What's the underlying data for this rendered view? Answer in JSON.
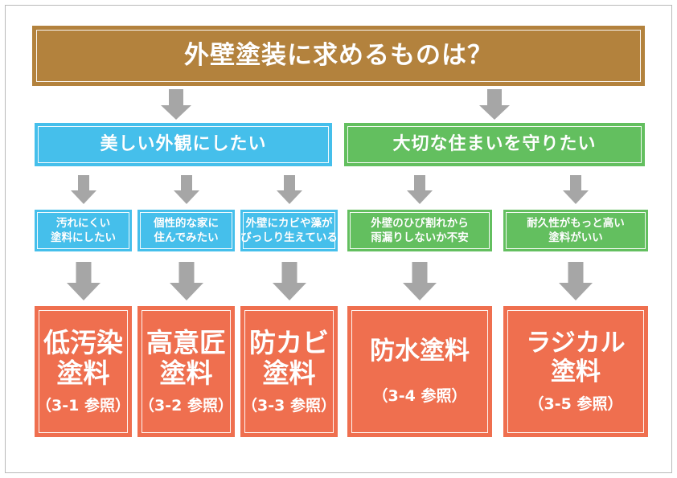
{
  "diagram": {
    "title": "外壁塗装に求めるものは？",
    "frame_color": "#b9b9b9",
    "background": "#ffffff",
    "colors": {
      "title_brown": "#b3823d",
      "blue": "#45bfeb",
      "green": "#63bf5f",
      "orange": "#ef6f4f",
      "arrow_gray": "#a6a6a6",
      "text_white": "#ffffff"
    },
    "categories": [
      {
        "id": "beauty",
        "label": "美しい外観にしたい",
        "color": "#45bfeb"
      },
      {
        "id": "protect",
        "label": "大切な住まいを守りたい",
        "color": "#63bf5f"
      }
    ],
    "needs": [
      {
        "id": "dirt",
        "label": "汚れにくい\n塗料にしたい",
        "color": "#45bfeb"
      },
      {
        "id": "design",
        "label": "個性的な家に\n住んでみたい",
        "color": "#45bfeb"
      },
      {
        "id": "mold",
        "label": "外壁にカビや藻が\nびっしり生えている",
        "color": "#45bfeb"
      },
      {
        "id": "crack",
        "label": "外壁のひび割れから\n雨漏りしないか不安",
        "color": "#63bf5f"
      },
      {
        "id": "durable",
        "label": "耐久性がもっと高い\n塗料がいい",
        "color": "#63bf5f"
      }
    ],
    "products": [
      {
        "id": "low-stain",
        "name": "低汚染\n塗料",
        "ref": "（3-1 参照）"
      },
      {
        "id": "design",
        "name": "高意匠\n塗料",
        "ref": "（3-2 参照）"
      },
      {
        "id": "mold",
        "name": "防カビ\n塗料",
        "ref": "（3-3 参照）"
      },
      {
        "id": "water",
        "name": "防水塗料",
        "ref": "（3-4 参照）"
      },
      {
        "id": "radical",
        "name": "ラジカル\n塗料",
        "ref": "（3-5 参照）"
      }
    ],
    "arrows": {
      "count_level1_to_2": 2,
      "count_level2_to_3": 5,
      "count_level3_to_4": 5,
      "direction": "down"
    }
  }
}
